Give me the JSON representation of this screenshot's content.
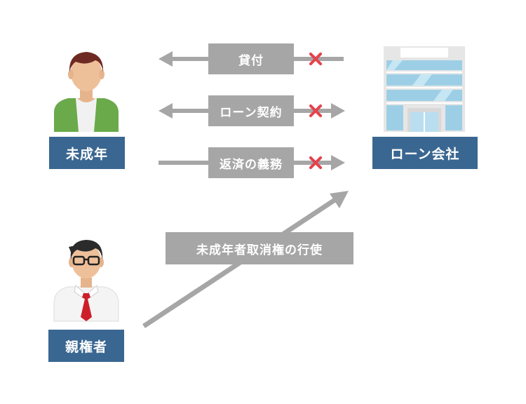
{
  "nodes": {
    "minor": "未成年",
    "loan_company": "ローン会社",
    "guardian": "親権者"
  },
  "relations": {
    "lending": "貸付",
    "loan_contract": "ローン契約",
    "repayment_duty": "返済の義務",
    "cancellation": "未成年者取消権の行使"
  },
  "colors": {
    "node_box": "#3a6791",
    "relation_box": "#a6a6a6",
    "cancel_mark": "#e5424d",
    "arrow": "#a6a6a6"
  },
  "icons": {
    "minor": "young-person-icon",
    "loan_company": "office-building-icon",
    "guardian": "businessman-with-glasses-icon",
    "invalid": "red-x-icon"
  }
}
